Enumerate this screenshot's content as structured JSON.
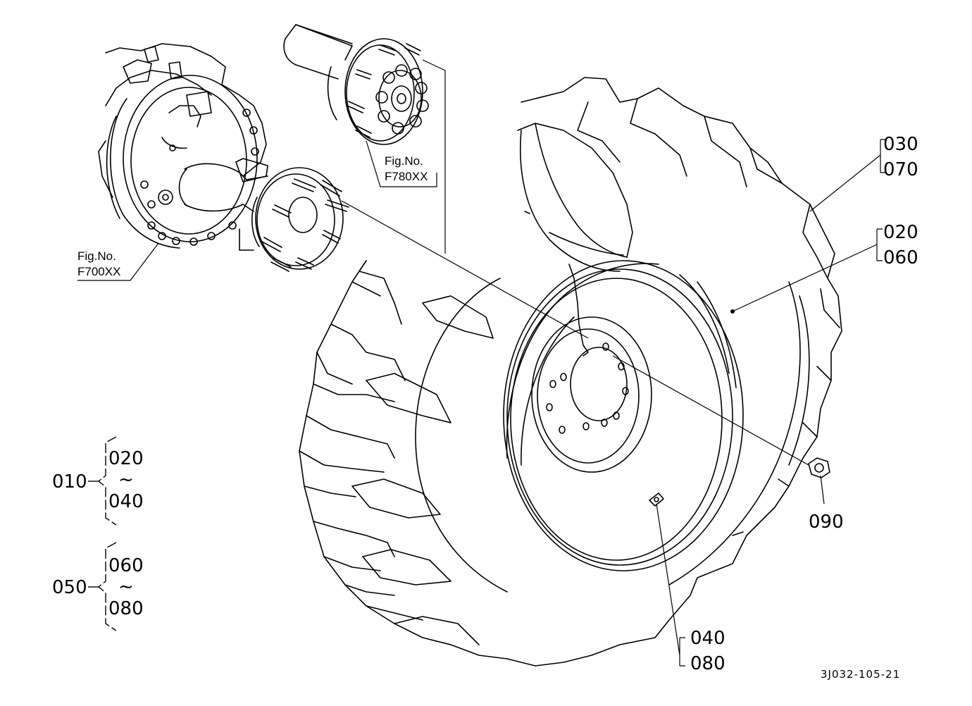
{
  "references": [
    {
      "id": "fig-f780",
      "line1": "Fig.No.",
      "line2": "F780XX"
    },
    {
      "id": "fig-f700",
      "line1": "Fig.No.",
      "line2": "F700XX"
    }
  ],
  "callouts": {
    "c030": "030",
    "c070": "070",
    "c020": "020",
    "c060": "060",
    "c090": "090",
    "c040": "040",
    "c080": "080"
  },
  "groups": [
    {
      "parent": "010",
      "from": "020",
      "to": "040"
    },
    {
      "parent": "050",
      "from": "060",
      "to": "080"
    }
  ],
  "tilde": "~",
  "drawing_code": "3J032-105-21"
}
